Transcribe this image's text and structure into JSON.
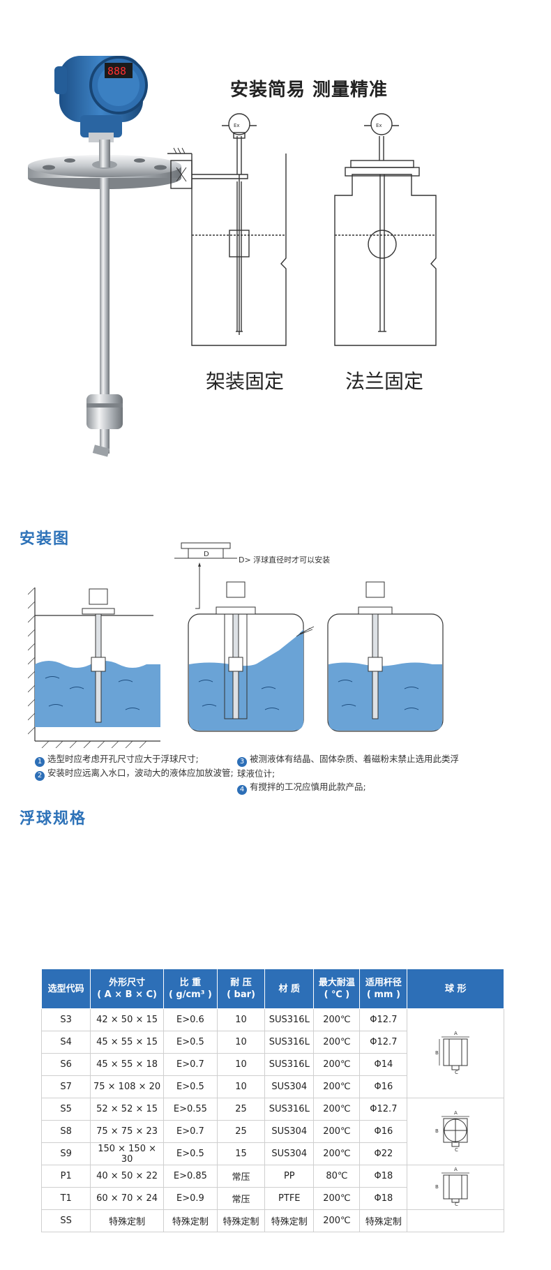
{
  "headline": "安装简易 测量精准",
  "labels": {
    "bracket_mount": "架装固定",
    "flange_mount": "法兰固定",
    "ex_mark": "Ex"
  },
  "install": {
    "title": "安装图",
    "d_label": "D",
    "d_note": "D> 浮球直径时才可以安装",
    "notes": [
      {
        "num": "1",
        "text": "选型时应考虑开孔尺寸应大于浮球尺寸;"
      },
      {
        "num": "2",
        "text": "安装时应远离入水口，波动大的液体应加放波管;"
      },
      {
        "num": "3",
        "text": "被测液体有结晶、固体杂质、着磁粉末禁止选用此类浮球液位计;"
      },
      {
        "num": "4",
        "text": "有搅拌的工况应慎用此款产品;"
      }
    ]
  },
  "spec": {
    "title": "浮球规格",
    "headers": [
      "选型代码",
      "外形尺寸\n( A × B × C)",
      "比 重\n( g/cm³ )",
      "耐 压\n( bar)",
      "材 质",
      "最大耐温\n( ℃ )",
      "适用杆径\n( mm )",
      "球 形"
    ],
    "rows": [
      [
        "S3",
        "42 × 50 × 15",
        "E>0.6",
        "10",
        "SUS316L",
        "200℃",
        "Φ12.7"
      ],
      [
        "S4",
        "45 × 55 × 15",
        "E>0.5",
        "10",
        "SUS316L",
        "200℃",
        "Φ12.7"
      ],
      [
        "S6",
        "45 × 55 × 18",
        "E>0.7",
        "10",
        "SUS316L",
        "200℃",
        "Φ14"
      ],
      [
        "S7",
        "75 × 108 × 20",
        "E>0.5",
        "10",
        "SUS304",
        "200℃",
        "Φ16"
      ],
      [
        "S5",
        "52 × 52 × 15",
        "E>0.55",
        "25",
        "SUS316L",
        "200℃",
        "Φ12.7"
      ],
      [
        "S8",
        "75 × 75 × 23",
        "E>0.7",
        "25",
        "SUS304",
        "200℃",
        "Φ16"
      ],
      [
        "S9",
        "150 × 150 × 30",
        "E>0.5",
        "15",
        "SUS304",
        "200℃",
        "Φ22"
      ],
      [
        "P1",
        "40 × 50 × 22",
        "E>0.85",
        "常压",
        "PP",
        "80℃",
        "Φ18"
      ],
      [
        "T1",
        "60 × 70 × 24",
        "E>0.9",
        "常压",
        "PTFE",
        "200℃",
        "Φ18"
      ],
      [
        "SS",
        "特殊定制",
        "特殊定制",
        "特殊定制",
        "特殊定制",
        "200℃",
        "特殊定制"
      ]
    ],
    "shape_labels": {
      "a": "A",
      "b": "B",
      "c": "C"
    }
  },
  "colors": {
    "accent": "#2d6fb7",
    "water": "#6aa3d6",
    "steel": "#b8bcc0"
  }
}
